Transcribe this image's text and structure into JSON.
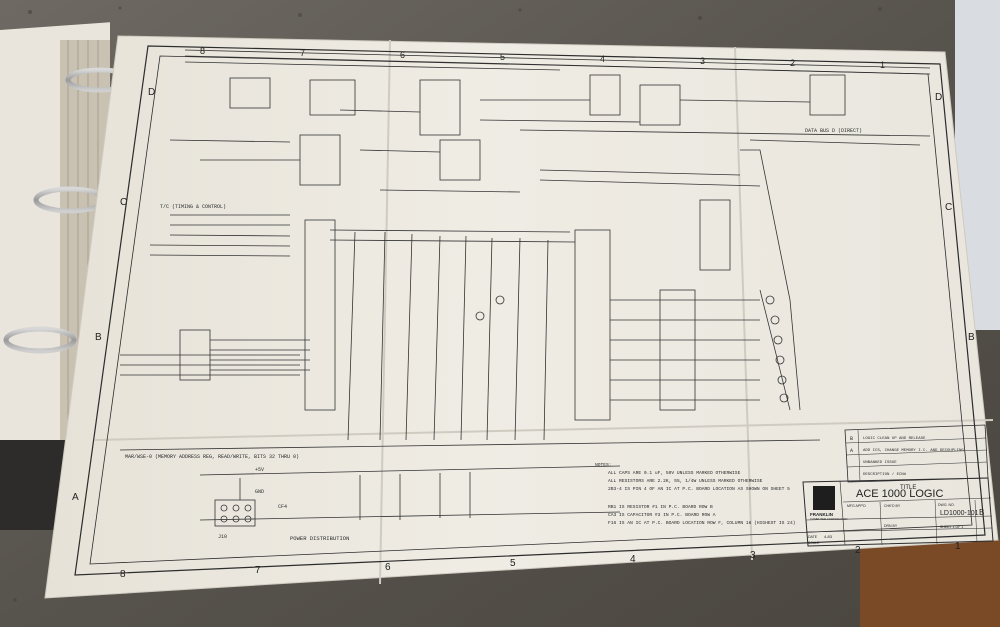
{
  "title_block": {
    "heading": "TITLE",
    "title": "ACE 1000 LOGIC",
    "drawing_number": "LD1000-101",
    "revision": "B",
    "company": "FRANKLIN",
    "company_sub": "COMPUTER CORPORATION",
    "date_label": "DATE",
    "date_value": "4-83",
    "scale_label": "SCALE",
    "sheet_label": "SHEET 1 OF 1",
    "dwg_no_label": "DWG. NO.",
    "mfg_label": "MFG APP'D",
    "chkd_label": "CHK'D BY",
    "drawn_label": "DRN BY"
  },
  "revision_rows": [
    {
      "rev": "B",
      "desc": "LOGIC CLEAN UP AND RELEASE"
    },
    {
      "rev": "A",
      "desc": "ADD ICS, CHANGE MEMORY I.C. AND DECOUPLING"
    },
    {
      "rev": "",
      "desc": "UNBANKED ISSUE"
    },
    {
      "rev": "",
      "desc": "DESCRIPTION / ECN#"
    }
  ],
  "zone_columns": [
    "8",
    "7",
    "6",
    "5",
    "4",
    "3",
    "2",
    "1"
  ],
  "zone_rows": [
    "D",
    "C",
    "B",
    "A"
  ],
  "schematic_labels": {
    "bus_label": "DATA BUS D (DIRECT)",
    "timing_label": "T/C (TIMING & CONTROL)",
    "memory_label": "MAR/WSE-0 (MEMORY ADDRESS REG, READ/WRITE, BITS 32 THRU 0)",
    "power_label": "POWER DISTRIBUTION",
    "vcc_label": "+5V",
    "gnd_label": "GND",
    "j_label": "J10",
    "cap_label": "CF4"
  },
  "notes": {
    "heading": "NOTES:",
    "items": [
      "ALL CAPS ARE 0.1 uF, 50V UNLESS MARKED OTHERWISE",
      "ALL RESISTORS ARE 2.2K, 5%, 1/4W UNLESS MARKED OTHERWISE",
      "2B3-4 IS PIN 4 OF AN IC AT P.C. BOARD LOCATION AS SHOWN ON SHEET 5",
      "RB1 IS RESISTOR #1 IN P.C. BOARD ROW B",
      "CA3 IS CAPACITOR #3 IN P.C. BOARD ROW A",
      "F16 IS AN IC AT P.C. BOARD LOCATION ROW F, COLUMN 16 (HIGHEST IS 24)"
    ]
  },
  "colors": {
    "paper": "#ece9e0",
    "ink": "#2c2c2c",
    "granite": "#5a5650",
    "binder_page": "#e9e5dc"
  }
}
